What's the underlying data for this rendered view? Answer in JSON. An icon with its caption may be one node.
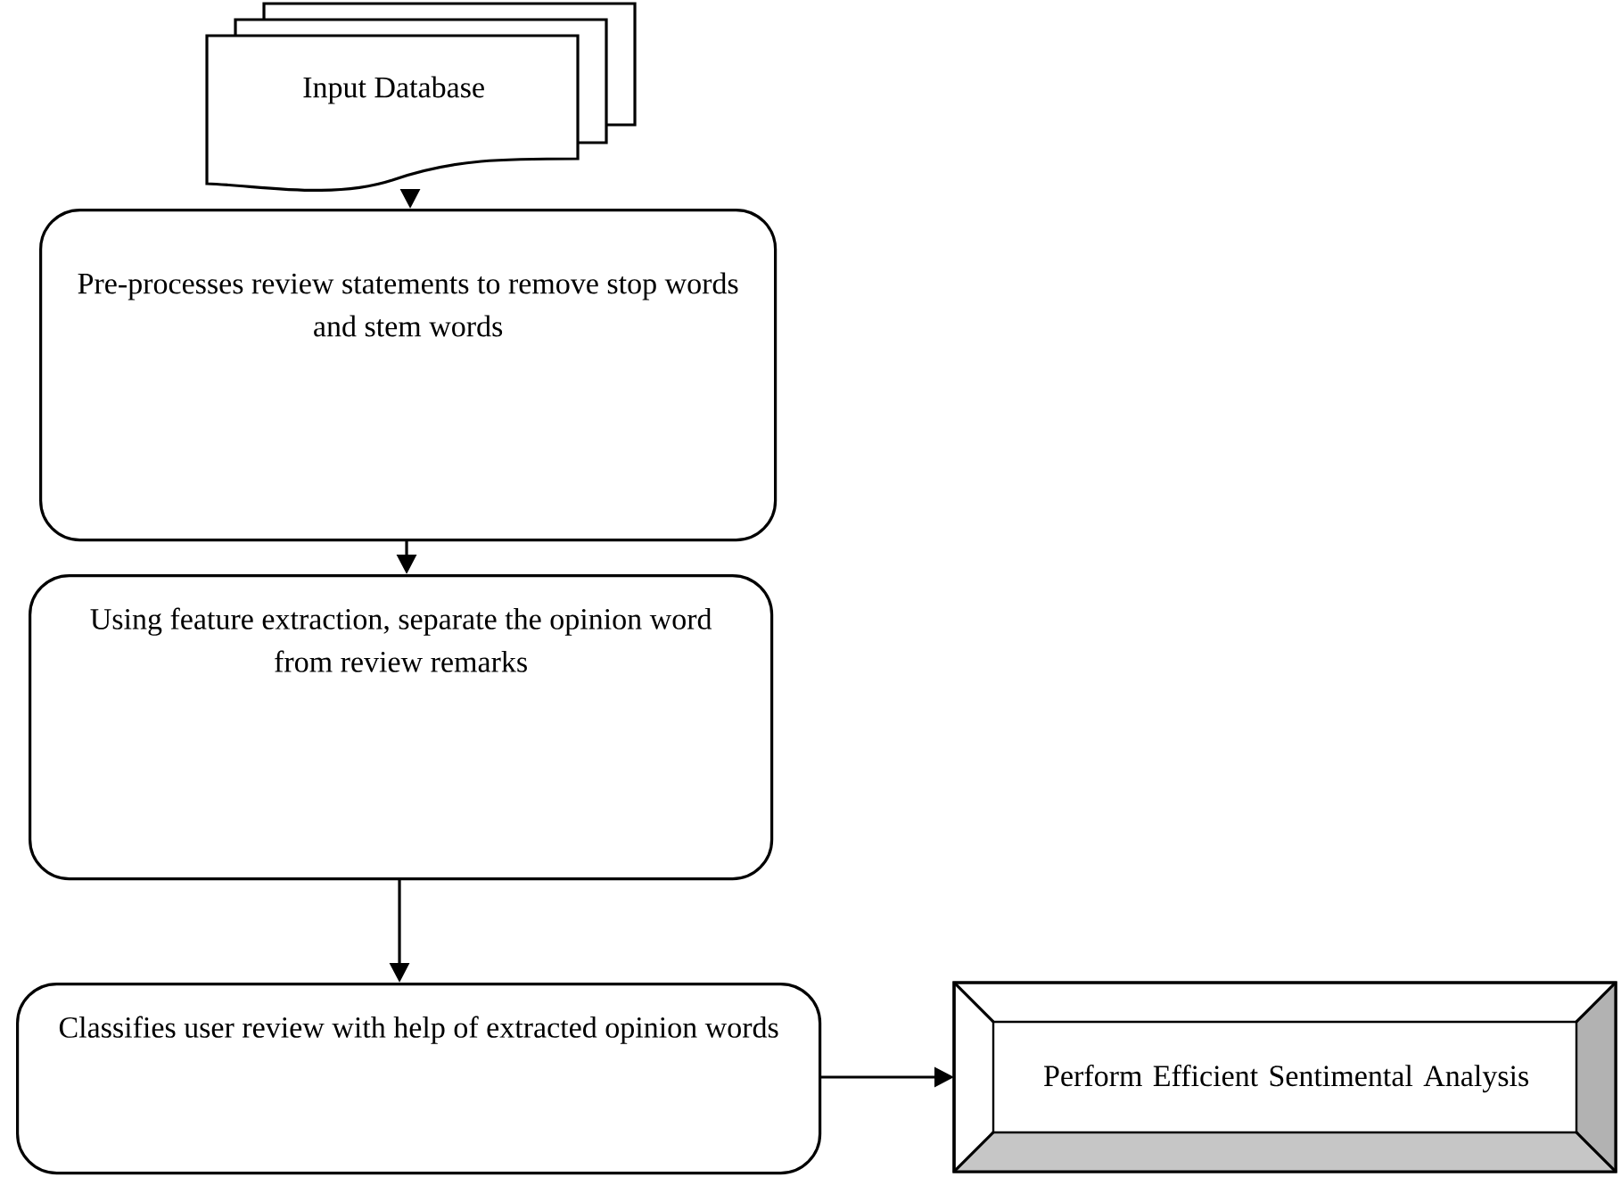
{
  "diagram": {
    "nodes": [
      {
        "text": [
          "Input Database"
        ]
      },
      {
        "text": [
          "Pre-processes review statements to remove stop words and stem words"
        ]
      },
      {
        "text": [
          "Using feature extraction, separate the opinion word from review remarks"
        ]
      },
      {
        "text": [
          "Classifies user review with help of extracted opinion words"
        ]
      },
      {
        "text": [
          "Perform Efficient Sentimental Analysis"
        ]
      }
    ],
    "edges": [
      {
        "from": 0,
        "to": 1,
        "arrow": "to"
      },
      {
        "from": 1,
        "to": 2,
        "arrow": "to"
      },
      {
        "from": 2,
        "to": 3,
        "arrow": "to"
      },
      {
        "from": 3,
        "to": 4,
        "arrow": "to"
      }
    ]
  }
}
